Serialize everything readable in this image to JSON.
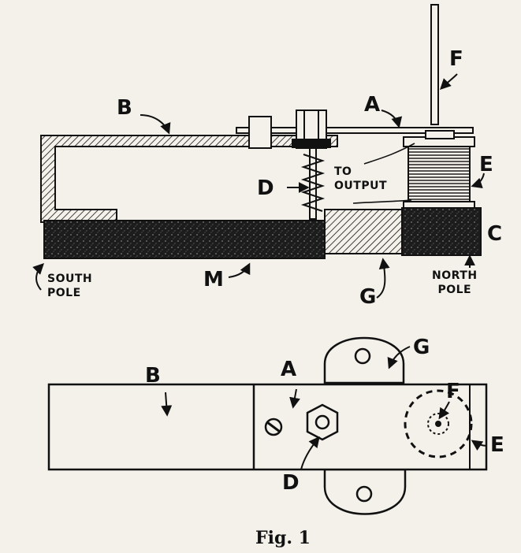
{
  "figure": {
    "caption": "Fig. 1",
    "side_view": {
      "labels": {
        "B": "B",
        "A": "A",
        "F": "F",
        "E": "E",
        "D": "D",
        "C": "C",
        "M": "M",
        "G": "G",
        "to_output": "TO\nOUTPUT",
        "south_pole": "SOUTH\nPOLE",
        "north_pole": "NORTH\nPOLE"
      }
    },
    "top_view": {
      "labels": {
        "B": "B",
        "A": "A",
        "G": "G",
        "F": "F",
        "D": "D",
        "E": "E"
      }
    }
  },
  "colors": {
    "ink": "#111111",
    "paper": "#f3f1ea",
    "magnet": "#2a2a2a"
  }
}
